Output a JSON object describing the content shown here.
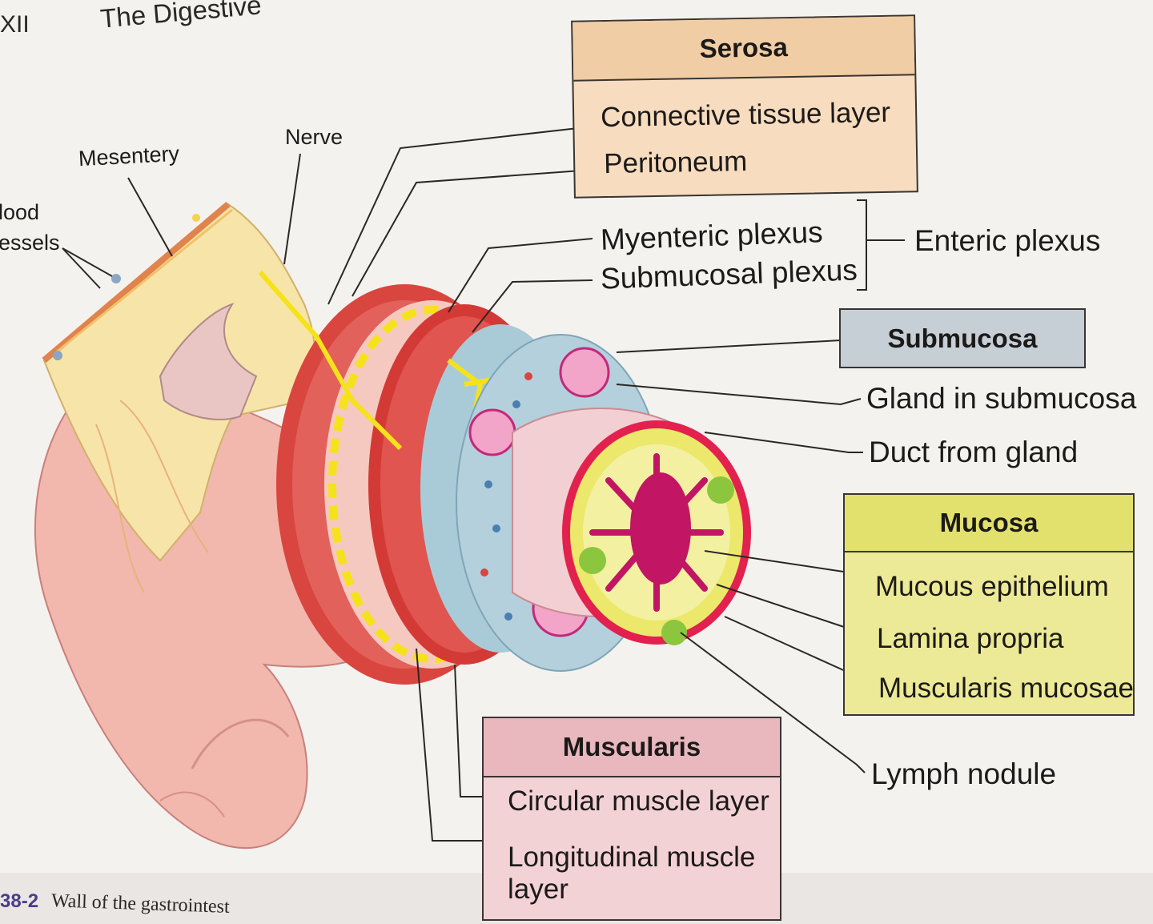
{
  "page": {
    "chapter_mark": "XII",
    "running_header": "The Digestive",
    "caption_number": "38-2",
    "caption_text": "Wall of the gastrointest"
  },
  "labels": {
    "blood_vessels": [
      "lood",
      "essels"
    ],
    "mesentery": "Mesentery",
    "nerve": "Nerve",
    "myenteric": "Myenteric plexus",
    "submucosal_plexus": "Submucosal plexus",
    "enteric": "Enteric plexus",
    "gland": "Gland in submucosa",
    "duct": "Duct from gland",
    "lymph": "Lymph nodule"
  },
  "boxes": {
    "serosa": {
      "title": "Serosa",
      "items": [
        "Connective tissue layer",
        "Peritoneum"
      ],
      "fill": "#f7dcbf",
      "header_fill": "#f1cda5"
    },
    "submucosa": {
      "title": "Submucosa",
      "fill": "#c6ced6"
    },
    "mucosa": {
      "title": "Mucosa",
      "items": [
        "Mucous epithelium",
        "Lamina propria",
        "Muscularis mucosae"
      ],
      "fill": "#ecea96",
      "header_fill": "#e3e16e"
    },
    "muscularis": {
      "title": "Muscularis",
      "items": [
        "Circular muscle layer",
        "Longitudinal muscle",
        "layer"
      ],
      "fill": "#f3d2d6",
      "header_fill": "#e8b8be"
    }
  },
  "colors": {
    "muscle": "#d9453f",
    "submucosa_tissue": "#a9cbd8",
    "plexus": "#f6e21a",
    "mucosa_tissue": "#e9e66a",
    "lumen": "#c21564",
    "lymph_nodule": "#8cc63f",
    "leader": "#2b2725"
  }
}
